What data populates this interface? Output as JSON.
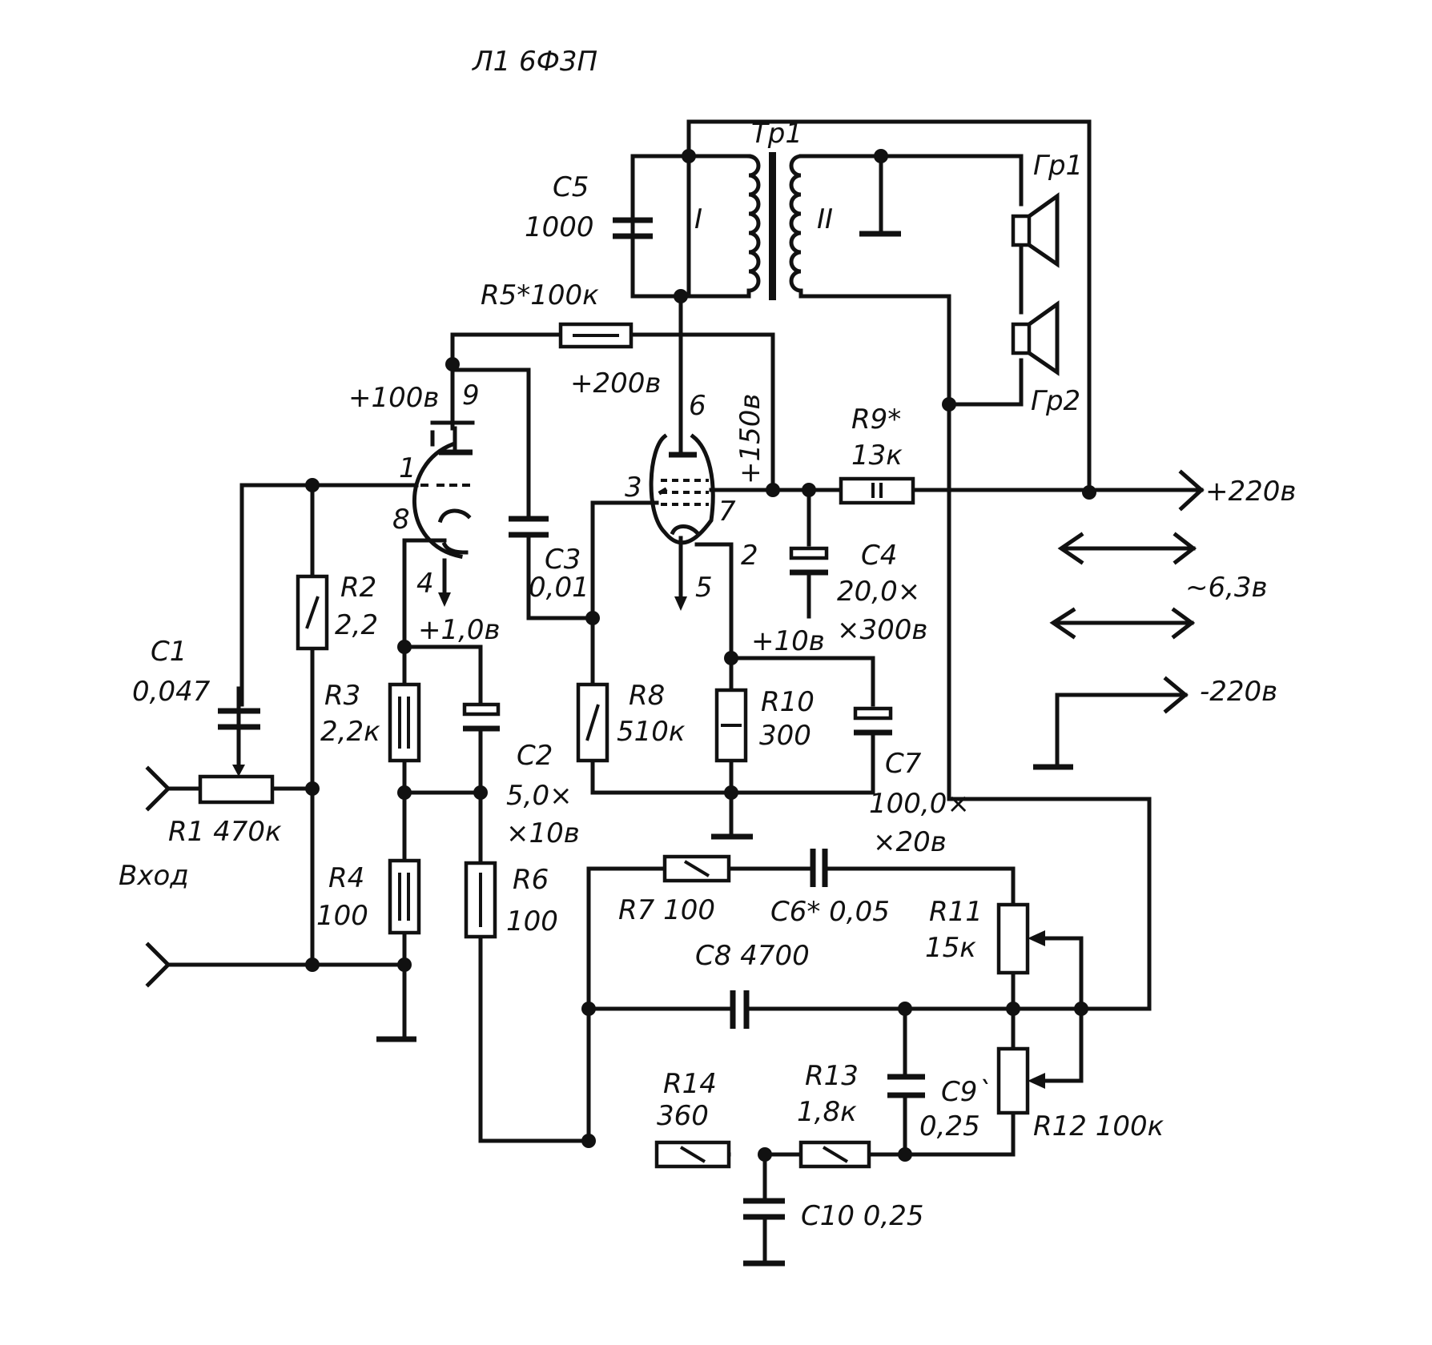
{
  "tube": "Л1  6Ф3П",
  "transformer": {
    "name": "Тр1",
    "primary": "I",
    "secondary": "II"
  },
  "speakers": [
    "Гр1",
    "Гр2"
  ],
  "components": {
    "C1": {
      "ref": "C1",
      "value": "0,047"
    },
    "C2": {
      "ref": "C2",
      "value1": "5,0×",
      "value2": "×10в"
    },
    "C3": {
      "ref": "C3",
      "value": "0,01"
    },
    "C4": {
      "ref": "C4",
      "value1": "20,0×",
      "value2": "×300в"
    },
    "C5": {
      "ref": "C5",
      "value": "1000"
    },
    "C6": {
      "label": "C6* 0,05"
    },
    "C7": {
      "ref": "C7",
      "value1": "100,0×",
      "value2": "×20в"
    },
    "C8": {
      "label": "C8  4700"
    },
    "C9": {
      "ref": "C9`",
      "value": "0,25"
    },
    "C10": {
      "label": "C10  0,25"
    },
    "R1": {
      "label": "R1  470к"
    },
    "R2": {
      "ref": "R2",
      "value": "2,2"
    },
    "R3": {
      "ref": "R3",
      "value": "2,2к"
    },
    "R4": {
      "ref": "R4",
      "value": "100"
    },
    "R5": {
      "label": "R5*100к"
    },
    "R6": {
      "ref": "R6",
      "value": "100"
    },
    "R7": {
      "label": "R7  100"
    },
    "R8": {
      "ref": "R8",
      "value": "510к"
    },
    "R9": {
      "ref": "R9*",
      "value": "13к"
    },
    "R10": {
      "ref": "R10",
      "value": "300"
    },
    "R11": {
      "ref": "R11",
      "value": "15к"
    },
    "R12": {
      "label": "R12  100к"
    },
    "R13": {
      "ref": "R13",
      "value": "1,8к"
    },
    "R14": {
      "ref": "R14",
      "value": "360"
    }
  },
  "pins": [
    "9",
    "1",
    "8",
    "4",
    "6",
    "3",
    "7",
    "2",
    "5"
  ],
  "voltages": {
    "v100": "+100в",
    "v200": "+200в",
    "v150": "+150в",
    "v1": "+1,0в",
    "v10": "+10в",
    "supply_pos": "+220в",
    "heater": "~6,3в",
    "supply_neg": "-220в"
  },
  "input_label": "Вход"
}
